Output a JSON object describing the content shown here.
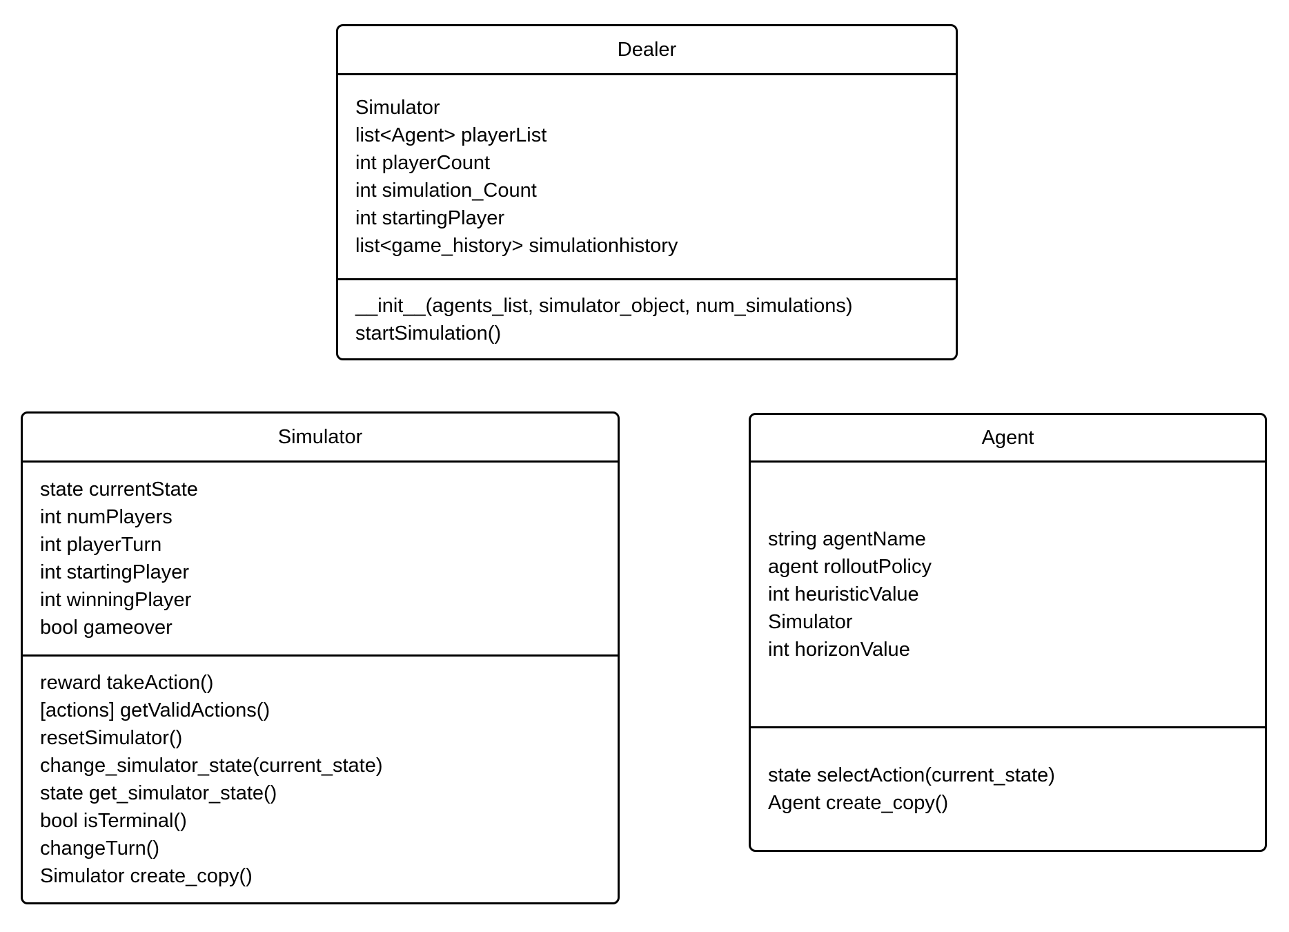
{
  "diagram": {
    "type": "uml-class-diagram",
    "background_color": "#ffffff",
    "stroke_color": "#000000",
    "text_color": "#000000"
  },
  "classes": [
    {
      "title": "Dealer",
      "attributes": [
        "Simulator",
        "list<Agent> playerList",
        "int playerCount",
        "int simulation_Count",
        "int startingPlayer",
        "list<game_history> simulationhistory"
      ],
      "methods": [
        "__init__(agents_list, simulator_object, num_simulations)",
        "startSimulation()"
      ]
    },
    {
      "title": "Simulator",
      "attributes": [
        "state currentState",
        "int numPlayers",
        "int playerTurn",
        "int startingPlayer",
        "int winningPlayer",
        "bool gameover"
      ],
      "methods": [
        "reward takeAction()",
        "[actions] getValidActions()",
        "resetSimulator()",
        "change_simulator_state(current_state)",
        "state get_simulator_state()",
        "bool isTerminal()",
        "changeTurn()",
        "Simulator create_copy()"
      ]
    },
    {
      "title": "Agent",
      "attributes": [
        "string agentName",
        "agent rolloutPolicy",
        "int heuristicValue",
        "Simulator",
        "int horizonValue"
      ],
      "methods": [
        "state selectAction(current_state)",
        "Agent create_copy()"
      ]
    }
  ]
}
